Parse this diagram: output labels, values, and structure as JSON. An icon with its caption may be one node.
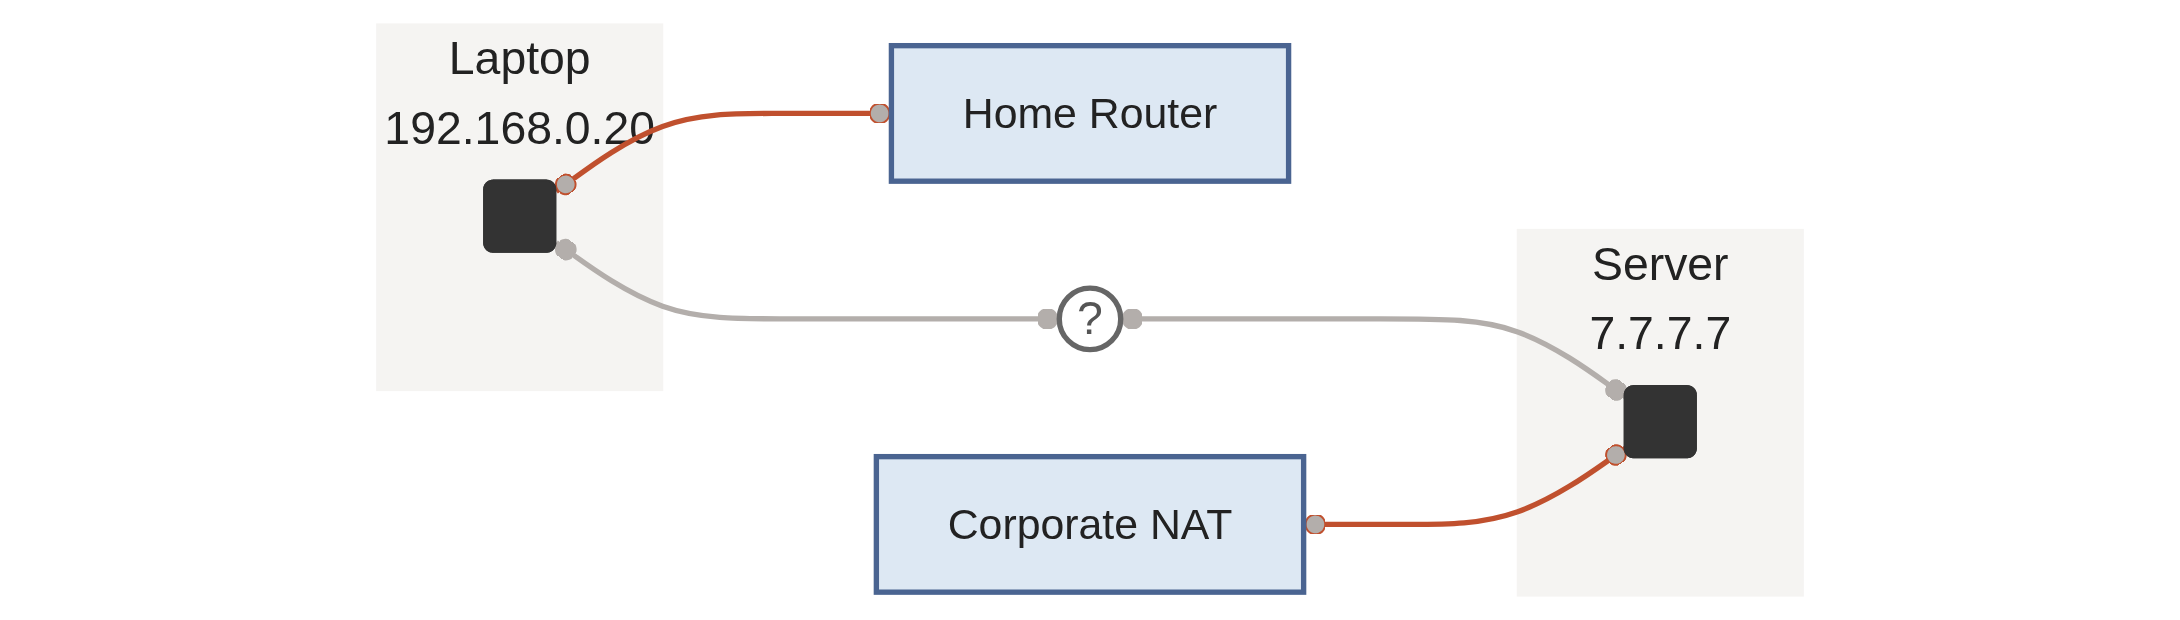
{
  "diagram": {
    "nodes": [
      {
        "text": [
          "Laptop",
          "192.168.0.20"
        ]
      },
      {
        "text": [],
        "shape": "box",
        "in": 0
      },
      {
        "text": [
          "Home Router"
        ]
      },
      {
        "text": [
          "?"
        ]
      },
      {
        "text": [
          "Corporate NAT"
        ]
      },
      {
        "text": [
          "Server",
          "7.7.7.7"
        ]
      },
      {
        "text": [],
        "shape": "box",
        "in": 5
      }
    ],
    "edges": [
      {
        "from": 1,
        "to": 2,
        "arrow": "other",
        "color": "#c0502e"
      },
      {
        "from": 1,
        "to": 3,
        "arrow": "other",
        "color": "#b3aeab"
      },
      {
        "from": 3,
        "to": 6,
        "arrow": "other",
        "color": "#b3aeab"
      },
      {
        "from": 4,
        "to": 6,
        "arrow": "other",
        "color": "#c0502e"
      }
    ]
  }
}
